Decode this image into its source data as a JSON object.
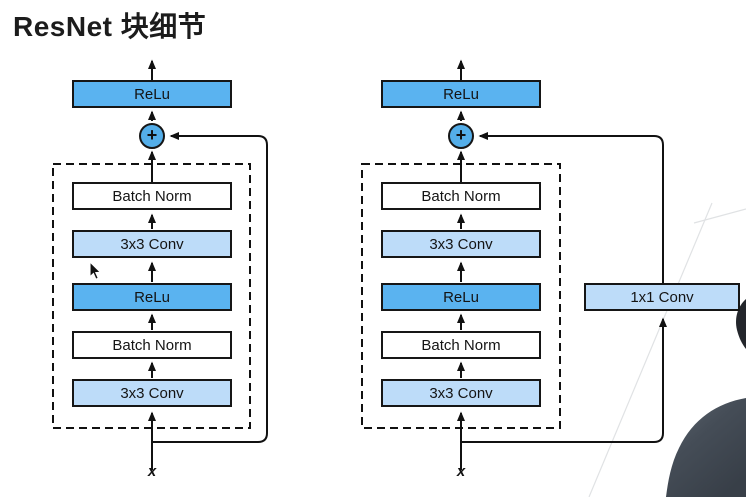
{
  "title": "ResNet 块细节",
  "colors": {
    "relu_fill": "#5ab3f0",
    "conv_fill": "#bddcf9",
    "plus_fill": "#54aee9",
    "box_border": "#161616",
    "line": "#111111",
    "title_color": "#1c1c1c",
    "bg": "#ffffff"
  },
  "icons": {
    "plus_junction": "+",
    "cursor": "arrow-pointer",
    "presenter": "person-silhouette"
  },
  "diagrams": {
    "left": {
      "output_activation": "ReLu",
      "junction": "+",
      "layers": [
        "Batch Norm",
        "3x3 Conv",
        "ReLu",
        "Batch Norm",
        "3x3 Conv"
      ],
      "input": "x"
    },
    "right": {
      "output_activation": "ReLu",
      "junction": "+",
      "layers": [
        "Batch Norm",
        "3x3 Conv",
        "ReLu",
        "Batch Norm",
        "3x3 Conv"
      ],
      "skip_layer": "1x1 Conv",
      "input": "x"
    }
  }
}
